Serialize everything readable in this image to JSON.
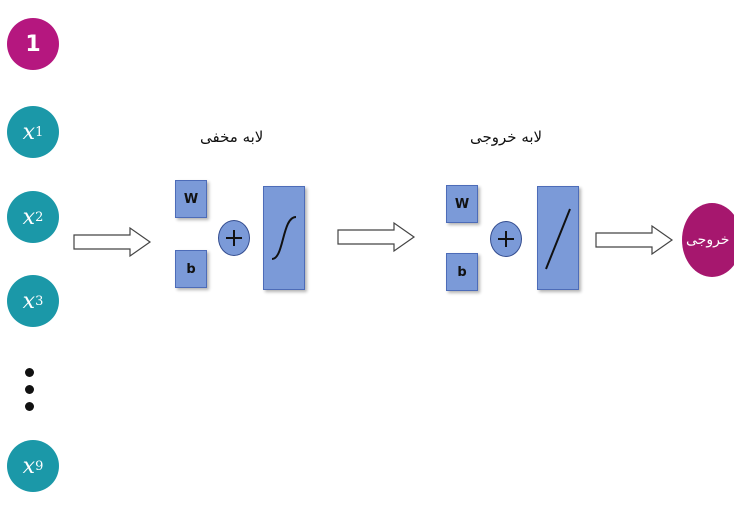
{
  "inputs": {
    "bias_label": "1",
    "x_nodes": [
      {
        "var": "x",
        "sub": "1"
      },
      {
        "var": "x",
        "sub": "2"
      },
      {
        "var": "x",
        "sub": "3"
      },
      {
        "var": "x",
        "sub": "9"
      }
    ]
  },
  "hidden_layer": {
    "title": "لابه مخفی",
    "weight_label": "W",
    "bias_label": "b",
    "activation": "sigmoid-icon"
  },
  "output_layer": {
    "title": "لابه خروجی",
    "weight_label": "W",
    "bias_label": "b",
    "activation": "linear-icon"
  },
  "output": {
    "label": "خروجی"
  },
  "colors": {
    "bias_node": "#b5177f",
    "input_node": "#1b98a8",
    "block": "#7b9ad8",
    "output_node": "#a6176e"
  }
}
